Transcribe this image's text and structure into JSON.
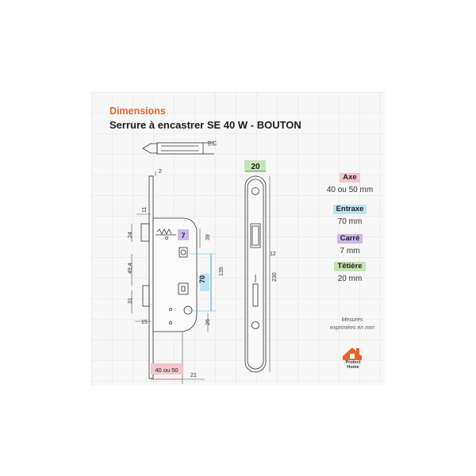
{
  "header": {
    "heading": "Dimensions",
    "title": "Serrure à encastrer SE 40 W - BOUTON"
  },
  "colors": {
    "accent_orange": "#e8632b",
    "axe_pink": "#f4c6cd",
    "entraxe_blue": "#bde3f3",
    "carre_purple": "#cbb9ea",
    "tetiere_green": "#c6e3b5"
  },
  "diagram": {
    "latch_dims": [
      "10",
      "13"
    ],
    "dim_2": "2",
    "dim_11": "11",
    "dim_24": "24",
    "dim_49_4": "49,4",
    "dim_31": "31",
    "dim_15": "15",
    "dim_7": "7",
    "dim_39": "39",
    "dim_70": "70",
    "dim_135": "135",
    "dim_26": "26",
    "dim_40ou50": "40 ou 50",
    "dim_21": "21",
    "dim_20": "20",
    "dim_12": "12",
    "dim_230": "230"
  },
  "specs": [
    {
      "label": "Axe",
      "value": "40 ou 50 mm",
      "color": "#f4c6cd"
    },
    {
      "label": "Entraxe",
      "value": "70 mm",
      "color": "#bde3f3"
    },
    {
      "label": "Carré",
      "value": "7 mm",
      "color": "#cbb9ea"
    },
    {
      "label": "Têtière",
      "value": "20 mm",
      "color": "#c6e3b5"
    }
  ],
  "note": {
    "line1": "Mesures",
    "line2": "exprimées en mm"
  },
  "logo": {
    "line1": "Protect",
    "line2": "Home"
  }
}
